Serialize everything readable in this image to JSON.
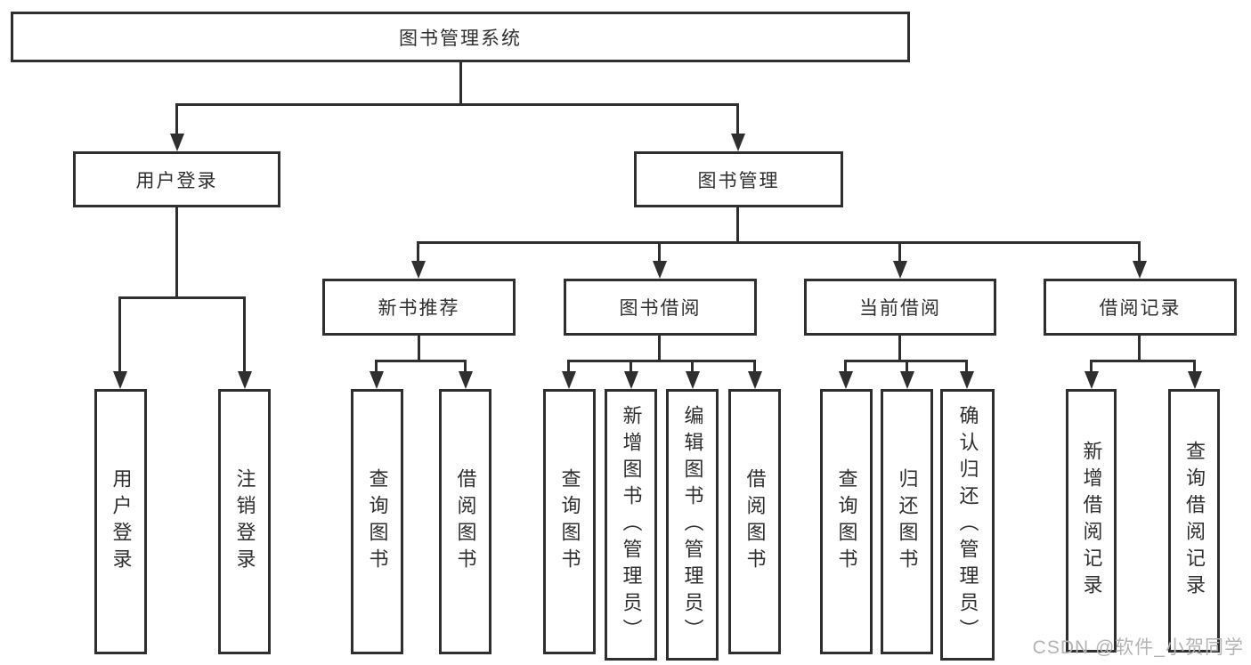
{
  "nodes": {
    "root": "图书管理系统",
    "l2_user_login": "用户登录",
    "l2_book_mgmt": "图书管理",
    "l3_new_book": "新书推荐",
    "l3_book_borrow": "图书借阅",
    "l3_current_borrow": "当前借阅",
    "l3_borrow_record": "借阅记录",
    "leaf_user_login": "用户登录",
    "leaf_logout": "注销登录",
    "leaf_nb_query": "查询图书",
    "leaf_nb_borrow": "借阅图书",
    "leaf_bb_query": "查询图书",
    "leaf_bb_add": "新增图书（管理员）",
    "leaf_bb_edit": "编辑图书（管理员）",
    "leaf_bb_borrow": "借阅图书",
    "leaf_cb_query": "查询图书",
    "leaf_cb_return": "归还图书",
    "leaf_cb_confirm": "确认归还（管理员）",
    "leaf_br_add": "新增借阅记录",
    "leaf_br_query": "查询借阅记录"
  },
  "hierarchy": {
    "图书管理系统": {
      "用户登录": [
        "用户登录",
        "注销登录"
      ],
      "图书管理": {
        "新书推荐": [
          "查询图书",
          "借阅图书"
        ],
        "图书借阅": [
          "查询图书",
          "新增图书（管理员）",
          "编辑图书（管理员）",
          "借阅图书"
        ],
        "当前借阅": [
          "查询图书",
          "归还图书",
          "确认归还（管理员）"
        ],
        "借阅记录": [
          "新增借阅记录",
          "查询借阅记录"
        ]
      }
    }
  },
  "watermark": "CSDN @软件_小贺同学",
  "colors": {
    "line": "#2f2f2f",
    "box_border": "#2f2f2f",
    "text": "#2f2f2f",
    "watermark": "#b3b3b3",
    "background": "#ffffff"
  }
}
